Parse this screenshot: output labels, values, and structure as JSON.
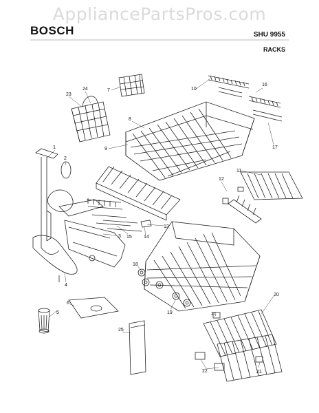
{
  "watermark": "AppliancePartsPros.com",
  "brand": "BOSCH",
  "model": "SHU 9955",
  "section": "RACKS",
  "callouts": [
    "1",
    "2",
    "3",
    "4",
    "5",
    "6",
    "7",
    "8",
    "9",
    "10",
    "11",
    "12",
    "13",
    "14",
    "15",
    "16",
    "17",
    "18",
    "19",
    "20",
    "21",
    "21",
    "22",
    "23",
    "24",
    "25"
  ],
  "colors": {
    "line": "#222222",
    "watermark": "#bdbdbd"
  }
}
